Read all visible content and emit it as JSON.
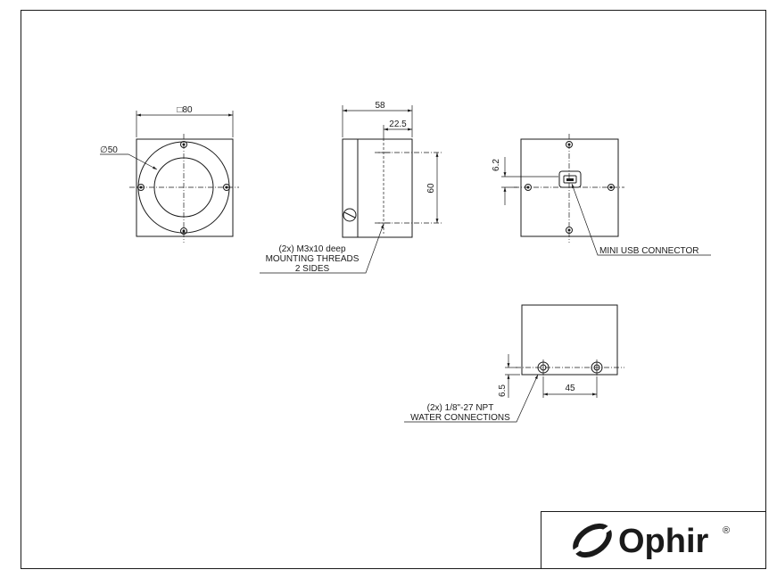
{
  "dimensions": {
    "front_width": "□80",
    "front_diameter": "∅50",
    "side_depth": "58",
    "side_offset": "22.5",
    "side_height": "60",
    "rear_usb_offset": "6.2",
    "bottom_offset": "6.5",
    "bottom_spacing": "45"
  },
  "notes": {
    "mounting_line1": "(2x) M3x10 deep",
    "mounting_line2": "MOUNTING THREADS",
    "mounting_line3": "2 SIDES",
    "usb": "MINI USB CONNECTOR",
    "water_line1": "(2x) 1/8\"-27 NPT",
    "water_line2": "WATER CONNECTIONS"
  },
  "logo": {
    "brand": "Ophir",
    "registered": "®"
  }
}
